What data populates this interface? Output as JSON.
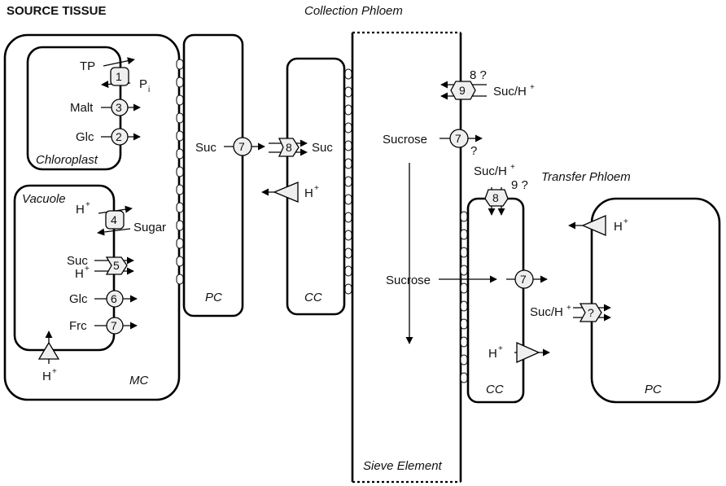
{
  "title": "SOURCE TISSUE",
  "regions": {
    "collection_phloem": "Collection Phloem",
    "transfer_phloem": "Transfer Phloem",
    "chloroplast": "Chloroplast",
    "vacuole": "Vacuole",
    "mc": "MC",
    "pc": "PC",
    "cc": "CC",
    "sieve_element": "Sieve Element"
  },
  "labels": {
    "tp": "TP",
    "pi": "P",
    "pi_sub": "i",
    "malt": "Malt",
    "glc": "Glc",
    "frc": "Frc",
    "suc": "Suc",
    "h": "H",
    "plus": "+",
    "sugar": "Sugar",
    "suc_h": "Suc/H",
    "sucrose": "Sucrose",
    "q": "?",
    "n8q": "8 ?",
    "n9q": "9 ?"
  },
  "transporters": {
    "t1": "1",
    "t2": "2",
    "t3": "3",
    "t4": "4",
    "t5": "5",
    "t6": "6",
    "t7": "7",
    "t8": "8",
    "t9": "9"
  }
}
